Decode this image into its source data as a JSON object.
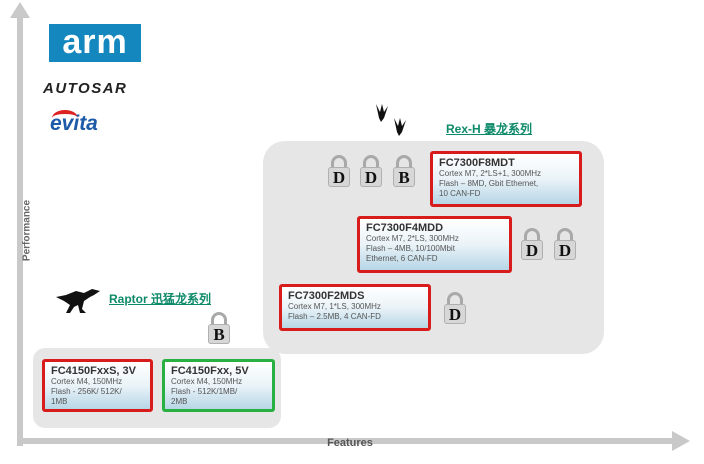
{
  "axes": {
    "y_label": "Performance",
    "x_label": "Features"
  },
  "logos": {
    "arm": "arm",
    "autosar": "AUTOSAR",
    "evita": "evita"
  },
  "rex": {
    "title": "Rex-H 暴龙系列",
    "chips": [
      {
        "name": "FC7300F8MDT",
        "lines": [
          "Cortex M7, 2*LS+1, 300MHz",
          "Flash – 8MD, Gbit Ethernet,",
          "10 CAN-FD"
        ]
      },
      {
        "name": "FC7300F4MDD",
        "lines": [
          "Cortex M7, 2*LS, 300MHz",
          "Flash – 4MB, 10/100Mbit",
          "Ethernet,  6 CAN-FD"
        ]
      },
      {
        "name": "FC7300F2MDS",
        "lines": [
          "Cortex M7, 1*LS, 300MHz",
          "Flash – 2.5MB, 4 CAN-FD"
        ]
      }
    ]
  },
  "raptor": {
    "title": "Raptor 迅猛龙系列",
    "chips": [
      {
        "name": "FC4150FxxS, 3V",
        "lines": [
          "Cortex M4, 150MHz",
          "Flash - 256K/ 512K/",
          "1MB"
        ]
      },
      {
        "name": "FC4150Fxx, 5V",
        "lines": [
          "Cortex M4, 150MHz",
          "Flash - 512K/1MB/",
          "2MB"
        ]
      }
    ]
  },
  "locks": {
    "rex_top": [
      "D",
      "D",
      "B"
    ],
    "rex_mid": [
      "D",
      "D"
    ],
    "rex_bottom": [
      "D"
    ],
    "raptor": [
      "B"
    ]
  },
  "colors": {
    "axis": "#c9c9c9",
    "group_bg": "#e6e6e6",
    "border_red": "#d81c1c",
    "border_green": "#29b042",
    "series_label": "#0e8a6a",
    "arm_blue": "#1587bf"
  }
}
